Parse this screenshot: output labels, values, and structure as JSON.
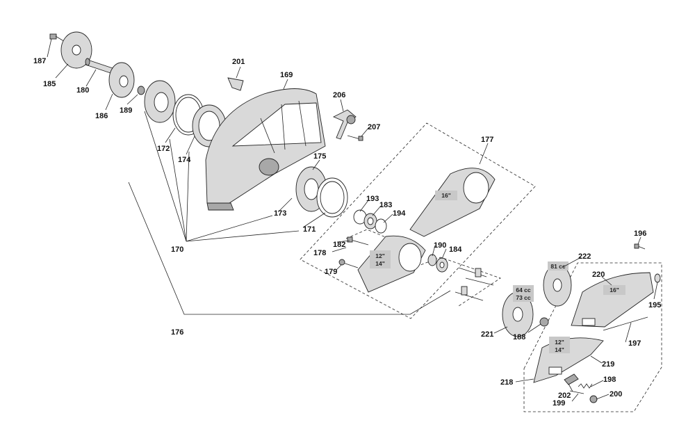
{
  "part_labels": {
    "p187": "187",
    "p185": "185",
    "p180": "180",
    "p186": "186",
    "p189": "189",
    "p172": "172",
    "p174": "174",
    "p201": "201",
    "p169": "169",
    "p206": "206",
    "p207": "207",
    "p177": "177",
    "p175": "175",
    "p193": "193",
    "p183": "183",
    "p194": "194",
    "p173": "173",
    "p171": "171",
    "p170": "170",
    "p182": "182",
    "p178": "178",
    "p190": "190",
    "p184": "184",
    "p179": "179",
    "p176": "176",
    "p196": "196",
    "p222": "222",
    "p220": "220",
    "p195": "195",
    "p221": "221",
    "p188": "188",
    "p197": "197",
    "p219": "219",
    "p218": "218",
    "p198": "198",
    "p202": "202",
    "p199": "199",
    "p200": "200"
  },
  "tags": {
    "guard_16": "16\"",
    "arm_12_line1": "12\"",
    "arm_12_line2": "14\"",
    "pulley_81": "81 cc",
    "pulley_64_line1": "64 cc",
    "pulley_64_line2": "73 cc",
    "cover_16": "16\"",
    "cover_12_line1": "12\"",
    "cover_12_line2": "14\""
  }
}
